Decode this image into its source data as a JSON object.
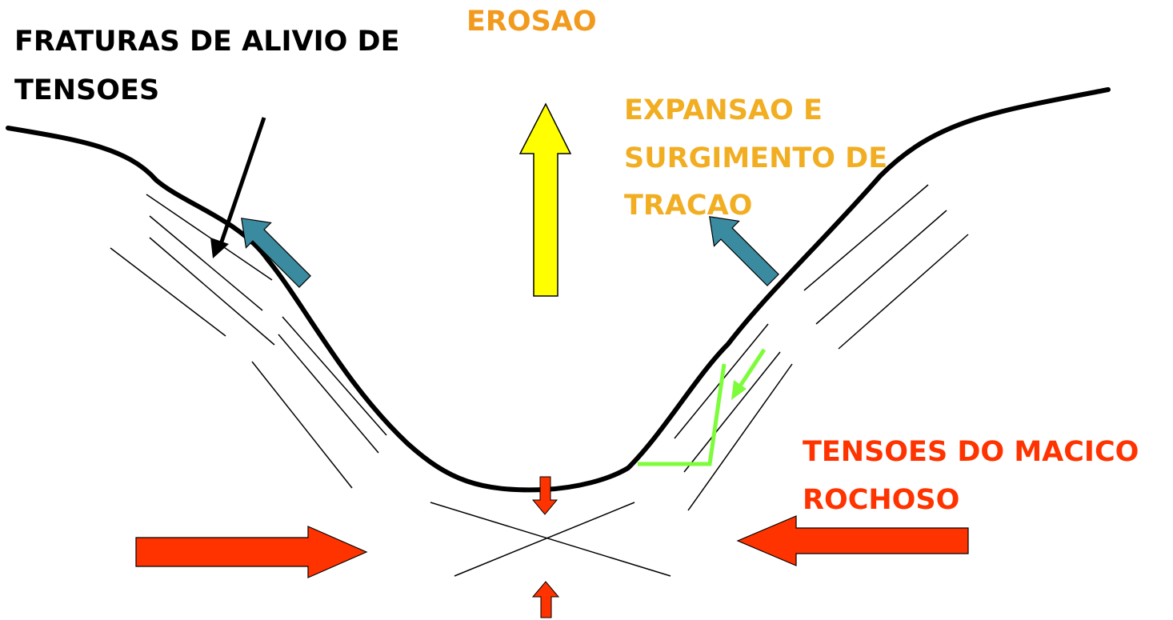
{
  "labels": {
    "fraturas_line1": "FRATURAS DE ALIVIO DE",
    "fraturas_line2": "TENSOES",
    "erosao": "EROSAO",
    "expansao_line1": "EXPANSAO E",
    "expansao_line2": "SURGIMENTO DE",
    "expansao_line3": "TRACAO",
    "tensoes_line1": "TENSOES DO MACICO",
    "tensoes_line2": "ROCHOSO"
  },
  "colors": {
    "profile": "#000000",
    "fracture_lines": "#000000",
    "label_fraturas": "#000000",
    "label_erosao": "#F29A1E",
    "label_expansao": "#F2AE22",
    "label_tensoes": "#FF3300",
    "arrow_erosion_fill": "#FFFF00",
    "arrow_expansion_fill": "#3A8BA0",
    "arrow_stress_fill": "#FF3300",
    "tension_crack": "#7CFC3A"
  }
}
